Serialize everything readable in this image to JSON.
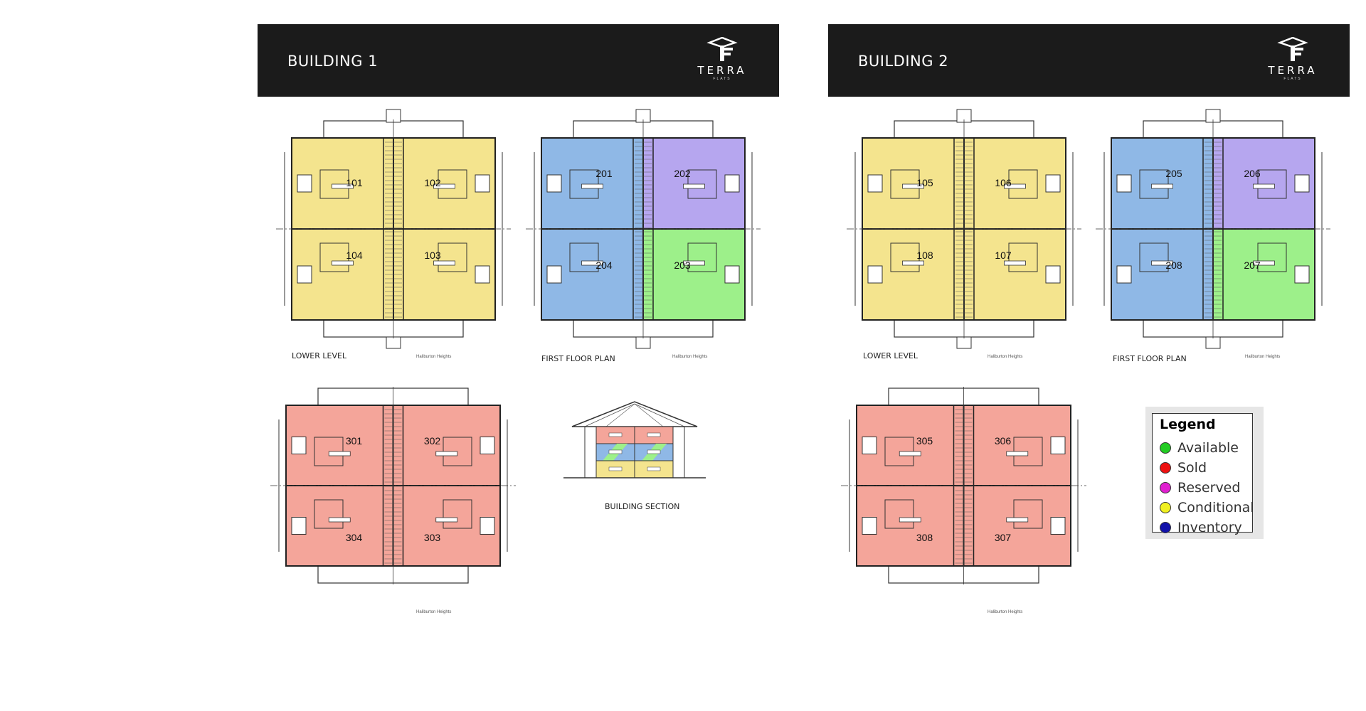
{
  "colors": {
    "yellow": "#f4e48e",
    "blue": "#8fb8e6",
    "purple": "#b6a6ef",
    "green": "#9df08a",
    "salmon": "#f4a59a"
  },
  "logo": {
    "word": "TERRA",
    "sub": "FLATS"
  },
  "buildings": [
    {
      "title": "BUILDING 1",
      "lower_units": [
        "101",
        "102",
        "104",
        "103"
      ],
      "first_units": [
        "201",
        "202",
        "204",
        "203"
      ],
      "first_colors": [
        "blue",
        "purple",
        "blue",
        "green"
      ],
      "third_units": [
        "301",
        "302",
        "304",
        "303"
      ],
      "lower_label": "LOWER LEVEL",
      "first_label": "FIRST FLOOR PLAN",
      "section_label": "BUILDING SECTION",
      "note": "Haliburton Heights"
    },
    {
      "title": "BUILDING 2",
      "lower_units": [
        "105",
        "106",
        "108",
        "107"
      ],
      "first_units": [
        "205",
        "206",
        "208",
        "207"
      ],
      "first_colors": [
        "blue",
        "purple",
        "blue",
        "green"
      ],
      "third_units": [
        "305",
        "306",
        "308",
        "307"
      ],
      "lower_label": "LOWER LEVEL",
      "first_label": "FIRST FLOOR PLAN",
      "note": "Haliburton Heights"
    }
  ],
  "legend": {
    "title": "Legend",
    "items": [
      {
        "label": "Available",
        "color": "#22cc22"
      },
      {
        "label": "Sold",
        "color": "#ee1111"
      },
      {
        "label": "Reserved",
        "color": "#e020d0"
      },
      {
        "label": "Conditional",
        "color": "#f0f020"
      },
      {
        "label": "Inventory",
        "color": "#1111aa"
      }
    ]
  }
}
